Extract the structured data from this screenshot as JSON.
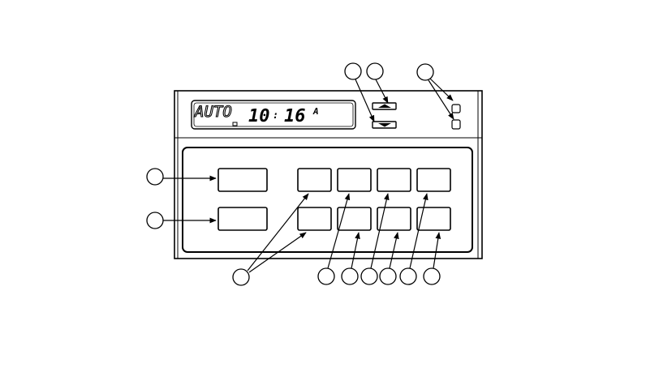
{
  "display": {
    "mode": "AUTO",
    "hour": "10",
    "separator": ":",
    "minute": "16",
    "ampm": "A"
  },
  "colors": {
    "line": "#000000",
    "background": "#ffffff"
  },
  "icons": {
    "up": "triangle-up-icon",
    "down": "triangle-down-icon"
  }
}
